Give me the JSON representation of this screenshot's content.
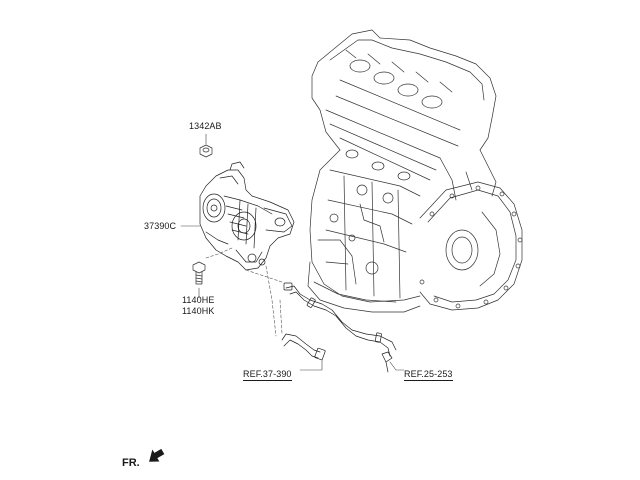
{
  "labels": {
    "nut": "1342AB",
    "alternator": "37390C",
    "bolt_a": "1140HE",
    "bolt_b": "1140HK",
    "ref_left": "REF.37-390",
    "ref_right": "REF.25-253"
  },
  "direction": {
    "text": "FR.",
    "icon": "front-arrow-icon"
  }
}
